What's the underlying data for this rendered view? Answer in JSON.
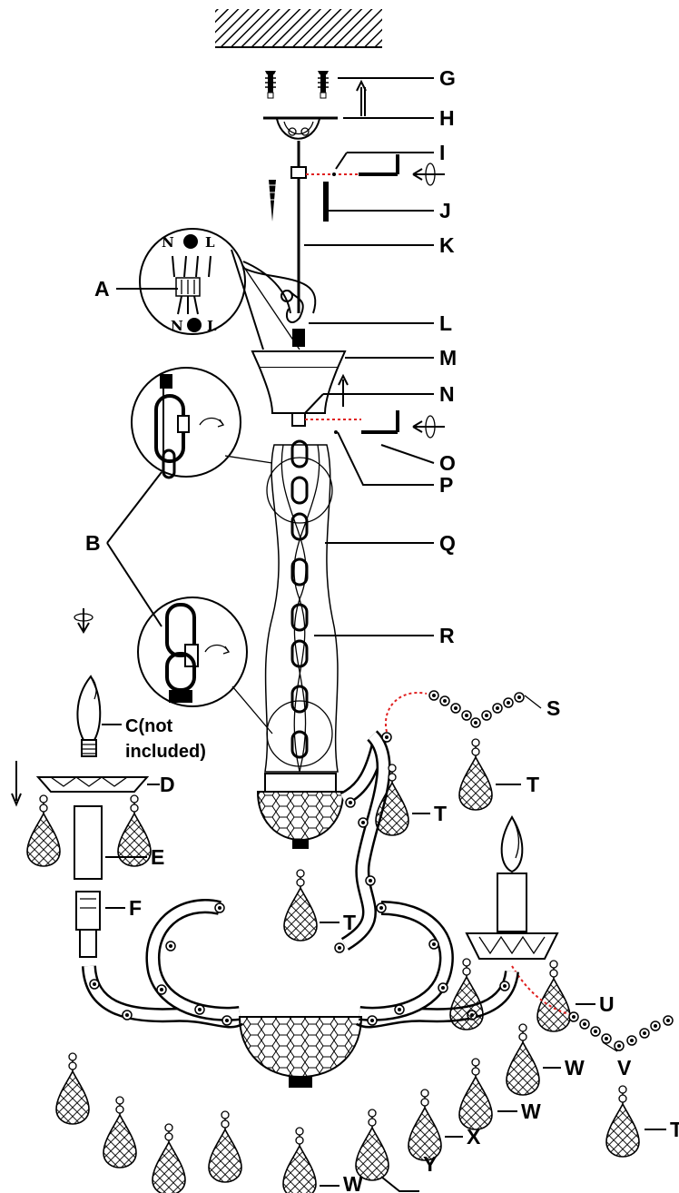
{
  "labels": {
    "A": "A",
    "B": "B",
    "C": "C(not",
    "C2": "included)",
    "D": "D",
    "E": "E",
    "F": "F",
    "G": "G",
    "H": "H",
    "I": "I",
    "J": "J",
    "K": "K",
    "L": "L",
    "M": "M",
    "N": "N",
    "O": "O",
    "P": "P",
    "Q": "Q",
    "R": "R",
    "S": "S",
    "T": "T",
    "U": "U",
    "V": "V",
    "W": "W",
    "X": "X",
    "Y": "Y"
  },
  "wiring": {
    "neutral": "N",
    "live": "L"
  },
  "colors": {
    "ink": "#000000",
    "dashed_line": "#e01f1f",
    "background": "#ffffff"
  }
}
